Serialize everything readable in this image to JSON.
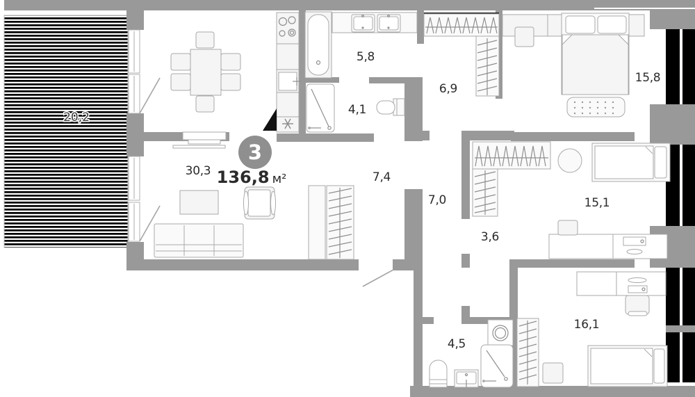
{
  "floor_plan": {
    "badge": {
      "number": "3"
    },
    "total_area": {
      "value": "136,8",
      "unit": "м²"
    },
    "balcony": {
      "area": "20,2"
    },
    "rooms": {
      "bathroom": {
        "area": "5,8"
      },
      "shower_wc": {
        "area": "4,1"
      },
      "hallway": {
        "area": "6,9"
      },
      "bedroom_master": {
        "area": "15,8"
      },
      "living_room": {
        "area": "30,3"
      },
      "corridor": {
        "area": "7,4"
      },
      "corridor_small": {
        "area": "7,0"
      },
      "wardrobe_room": {
        "area": "3,6"
      },
      "bedroom_second": {
        "area": "15,1"
      },
      "bathroom_small": {
        "area": "4,5"
      },
      "bedroom_third": {
        "area": "16,1"
      }
    },
    "colors": {
      "wall": "#999999",
      "window": "#000000",
      "furniture_fill": "#f5f5f5",
      "furniture_stroke": "#a9a9a9",
      "badge_fill": "#8f8f8f",
      "label_text": "#2b2b2b"
    }
  }
}
